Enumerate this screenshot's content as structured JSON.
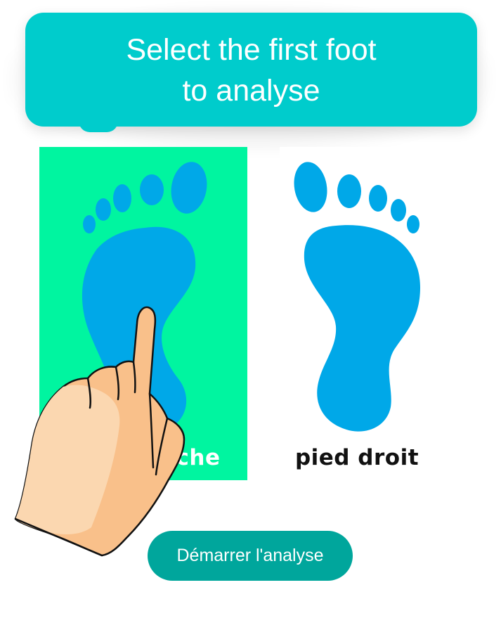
{
  "prompt": {
    "text": "Select the first foot\nto analyse"
  },
  "feet": {
    "left": {
      "label": "pied gauche",
      "selected": true,
      "background": "#00f5a0"
    },
    "right": {
      "label": "pied droit",
      "selected": false,
      "background": "#ffffff"
    }
  },
  "actions": {
    "start_label": "Démarrer l'analyse"
  },
  "icons": {
    "pointer": "pointing-hand-icon",
    "foot_left": "left-footprint-icon",
    "foot_right": "right-footprint-icon"
  },
  "colors": {
    "bubble": "#00cccc",
    "footprint": "#00a8e8",
    "selected_card": "#00f5a0",
    "button": "#00a69c",
    "hand_skin": "#f9c08a"
  }
}
